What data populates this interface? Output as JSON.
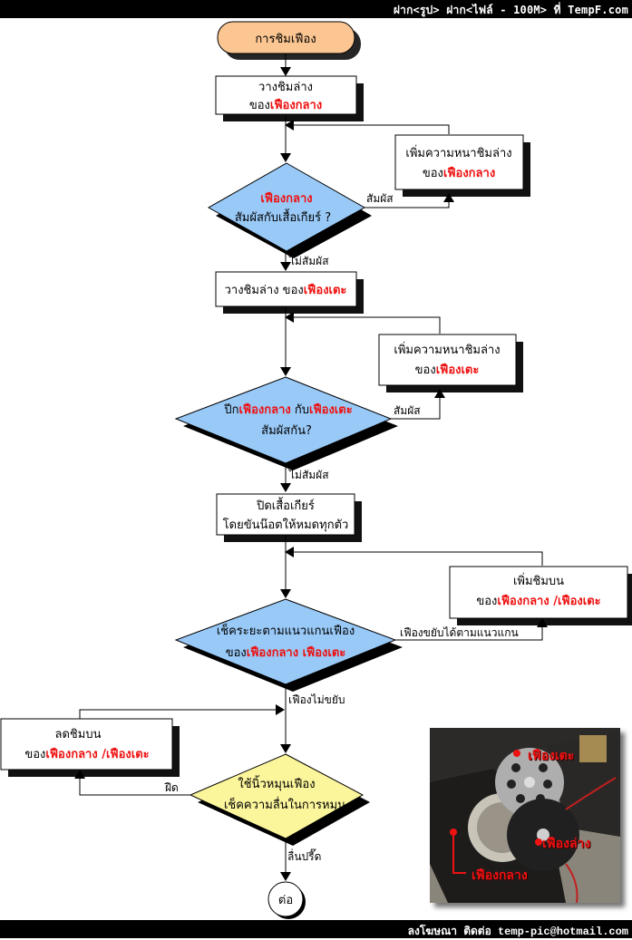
{
  "banner": {
    "top_text": "ฝาก<รูป> ฝาก<ไฟล์ - 100M> ที่ TempF.com",
    "bottom_text": "ลงโฆษณา ติดต่อ temp-pic@hotmail.com"
  },
  "colors": {
    "start_fill": "#fbc691",
    "decision_fill": "#99c9f7",
    "check_fill": "#fbf59c",
    "highlight_text": "#ee1111"
  },
  "flowchart": {
    "start": {
      "label": "การชิมเฟือง"
    },
    "step1": {
      "line1": "วางชิมล่าง",
      "line2_prefix": "ของ",
      "line2_red": "เฟืองกลาง"
    },
    "decision1": {
      "line1_red": "เฟืองกลาง",
      "line2": "สัมผัสกับเสื้อเกียร์ ?",
      "yes_label": "สัมผัส",
      "no_label": "ไม่สัมผัส"
    },
    "fix1": {
      "line1": "เพิ่มความหนาชิมล่าง",
      "line2_prefix": "ของ",
      "line2_red": "เฟืองกลาง"
    },
    "step2": {
      "prefix": "วางชิมล่าง ของ",
      "red": "เฟืองเตะ"
    },
    "decision2": {
      "line1_prefix": "ปีก",
      "line1_red1": "เฟืองกลาง",
      "line1_mid": " กับ",
      "line1_red2": "เฟืองเตะ",
      "line2": "สัมผัสกัน?",
      "yes_label": "สัมผัส",
      "no_label": "ไม่สัมผัส"
    },
    "fix2": {
      "line1": "เพิ่มความหนาชิมล่าง",
      "line2_prefix": "ของ",
      "line2_red": "เฟืองเตะ"
    },
    "step3": {
      "line1": "ปิดเสื้อเกียร์",
      "line2": "โดยขันน๊อตให้หมดทุกตัว"
    },
    "decision3": {
      "line1": "เช็คระยะตามแนวแกนเฟือง",
      "line2_prefix": "ของ",
      "line2_red": "เฟืองกลาง เฟืองเตะ",
      "yes_label": "เฟืองขยับได้ตามแนวแกน",
      "no_label": "เฟืองไม่ขยับ"
    },
    "fix3": {
      "line1": "เพิ่มชิมบน",
      "line2_prefix": "ของ",
      "line2_red": "เฟืองกลาง /เฟืองเตะ"
    },
    "decision4": {
      "line1": "ใช้นิ้วหมุนเฟือง",
      "line2": "เช็คความลื่นในการหมุน",
      "fail_label": "ฝืด",
      "pass_label": "ลื่นปรี๊ด"
    },
    "fix4": {
      "line1": "ลดชิมบน",
      "line2_prefix": "ของ",
      "line2_red": "เฟืองกลาง /เฟืองเตะ"
    },
    "end": {
      "label": "ต่อ"
    }
  },
  "photo": {
    "labels": [
      "เฟืองเตะ",
      "เฟืองล่าง",
      "เฟืองกลาง"
    ]
  }
}
